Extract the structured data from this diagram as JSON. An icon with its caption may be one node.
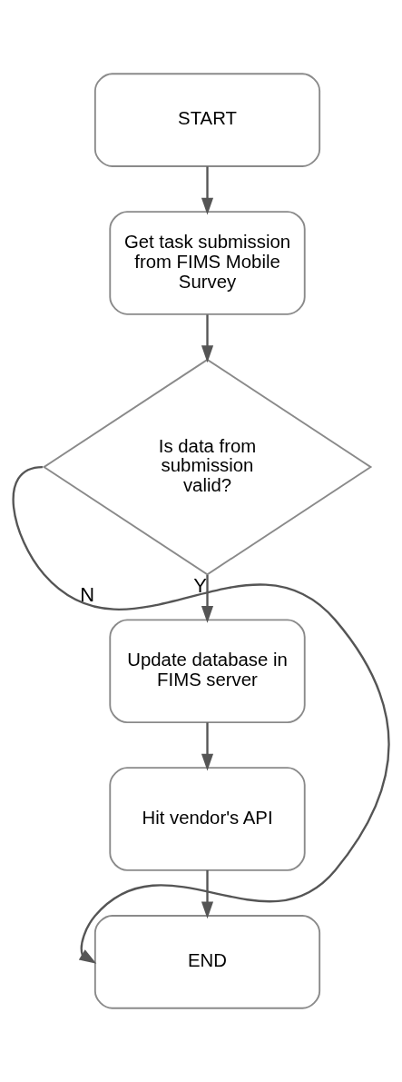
{
  "diagram": {
    "nodes": [
      {
        "text": [
          "START"
        ]
      },
      {
        "text": [
          "Get task submission from FIMS Mobile Survey"
        ]
      },
      {
        "text": [
          "Is data from submission valid?"
        ]
      },
      {
        "text": [
          "Update database in FIMS server"
        ]
      },
      {
        "text": [
          "Hit vendor's API"
        ]
      },
      {
        "text": [
          "END"
        ]
      }
    ],
    "edges": [
      {
        "from": 0,
        "to": 1,
        "arrow": "to"
      },
      {
        "from": 1,
        "to": 2,
        "arrow": "to"
      },
      {
        "from": 2,
        "to": 3,
        "arrow": "to",
        "label": "Y"
      },
      {
        "from": 3,
        "to": 4,
        "arrow": "to"
      },
      {
        "from": 4,
        "to": 5,
        "arrow": "to"
      },
      {
        "from": 2,
        "to": 5,
        "arrow": "to",
        "label": "N"
      }
    ]
  }
}
